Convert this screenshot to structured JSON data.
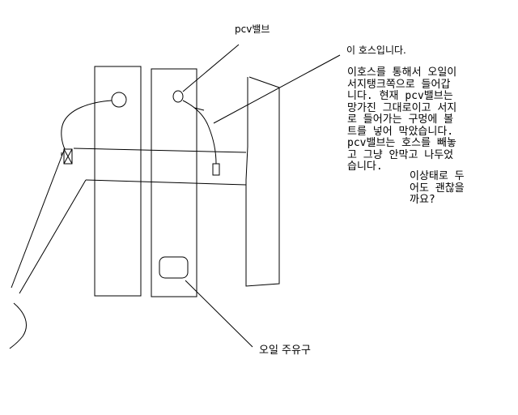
{
  "labels": {
    "pcv_valve": "pcv밸브",
    "this_hose": "이 호스입니다.",
    "description": "이호스를 통해서 오일이\n서지탱크쪽으로 들어갑\n니다. 현재 pcv밸브는\n망가진 그대로이고 서지\n로 들어가는 구멍에 볼\n트를 넣어 막았습니다.\npcv밸브는 호스를 빼놓\n고 그냥 안막고 나두었\n습니다.",
    "question": "이상태로 두\n어도 괜찮을\n까요?",
    "oil_filler": "오일 주유구"
  },
  "style": {
    "ink": "#000000",
    "background": "#ffffff"
  }
}
